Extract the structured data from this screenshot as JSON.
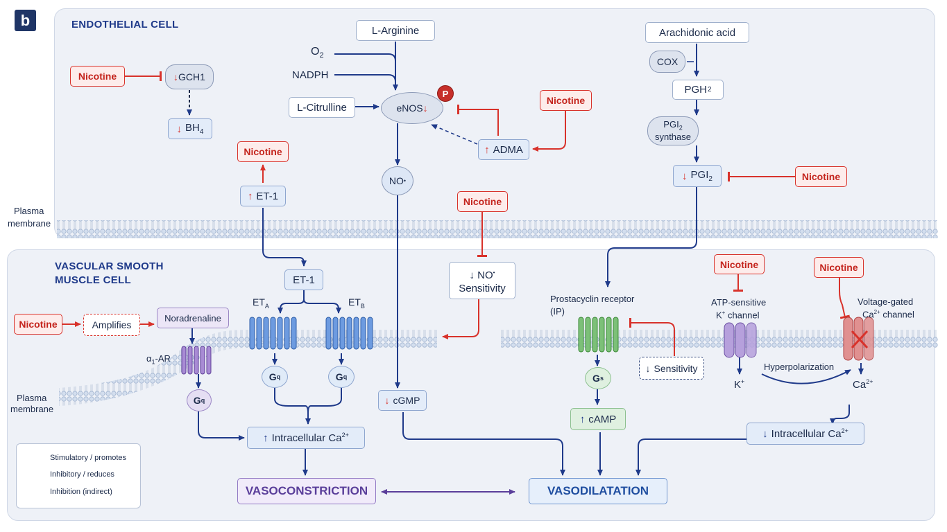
{
  "panel_label": "b",
  "titles": {
    "endothelial": "ENDOTHELIAL CELL",
    "vsmc_line1": "VASCULAR SMOOTH",
    "vsmc_line2": "MUSCLE CELL",
    "plasma_top_1": "Plasma",
    "plasma_top_2": "membrane",
    "plasma_bottom_1": "Plasma",
    "plasma_bottom_2": "membrane"
  },
  "endothelial": {
    "nicotine": "Nicotine",
    "gch1": "GCH1",
    "bh4": "BH",
    "bh4_sub": "4",
    "l_arginine": "L-Arginine",
    "o2": "O",
    "o2_sub": "2",
    "nadph": "NADPH",
    "l_citrulline": "L-Citrulline",
    "enos": "eNOS",
    "phospho": "P",
    "adma": "ADMA",
    "no": "NO",
    "no_sup": "•",
    "et1": "ET-1",
    "arachidonic": "Arachidonic acid",
    "cox": "COX",
    "pgh2": "PGH",
    "pgh2_sub": "2",
    "pgi2_synthase_1": "PGI",
    "pgi2_synthase_sub": "2",
    "pgi2_synthase_2": "synthase",
    "pgi2": "PGI",
    "pgi2_sub": "2"
  },
  "vsmc": {
    "et1": "ET-1",
    "eta": "ET",
    "eta_sub": "A",
    "etb": "ET",
    "etb_sub": "B",
    "nicotine": "Nicotine",
    "amplifies": "Amplifies",
    "noradrenaline": "Noradrenaline",
    "a1ar_alpha": "α",
    "a1ar_sub": "1",
    "a1ar_rest": "-AR",
    "gq": "G",
    "gq_sub": "q",
    "gs_sub": "s",
    "intracellular_ca_up": "Intracellular Ca",
    "ca_sup": "2+",
    "vasoconstriction": "VASOCONSTRICTION",
    "no_sensitivity_1": "NO",
    "no_sensitivity_2": "Sensitivity",
    "cgmp": "cGMP",
    "prostacyclin_1": "Prostacyclin receptor",
    "prostacyclin_2": "(IP)",
    "sensitivity": "Sensitivity",
    "camp": "cAMP",
    "atp_k_1": "ATP-sensitive",
    "atp_k_2": "K",
    "atp_k_sup": "+",
    "atp_k_3": " channel",
    "k_ion": "K",
    "k_sup": "+",
    "hyperpolarization": "Hyperpolarization",
    "vg_ca_1": "Voltage-gated",
    "vg_ca_2": "Ca",
    "vg_ca_sup": "2+",
    "vg_ca_3": " channel",
    "ca_ion": "Ca",
    "ca_ion_sup": "2+",
    "intracellular_ca_down": "Intracellular Ca",
    "vasodilatation": "VASODILATATION"
  },
  "arrows": {
    "up": "↑",
    "down": "↓"
  },
  "legend": {
    "stimulatory": "Stimulatory / promotes",
    "inhibitory": "Inhibitory / reduces",
    "indirect": "Inhibition (indirect)"
  },
  "colors": {
    "stimulatory": "#1f3a8a",
    "inhibitory": "#d8322b",
    "endothelial_bg": "#eef1f7",
    "receptor_blue": "#5b8fd4",
    "receptor_green": "#5fae5b",
    "receptor_purple": "#9a7cc8",
    "channel_purple": "#a48ad0",
    "channel_red": "#d97a7a"
  }
}
